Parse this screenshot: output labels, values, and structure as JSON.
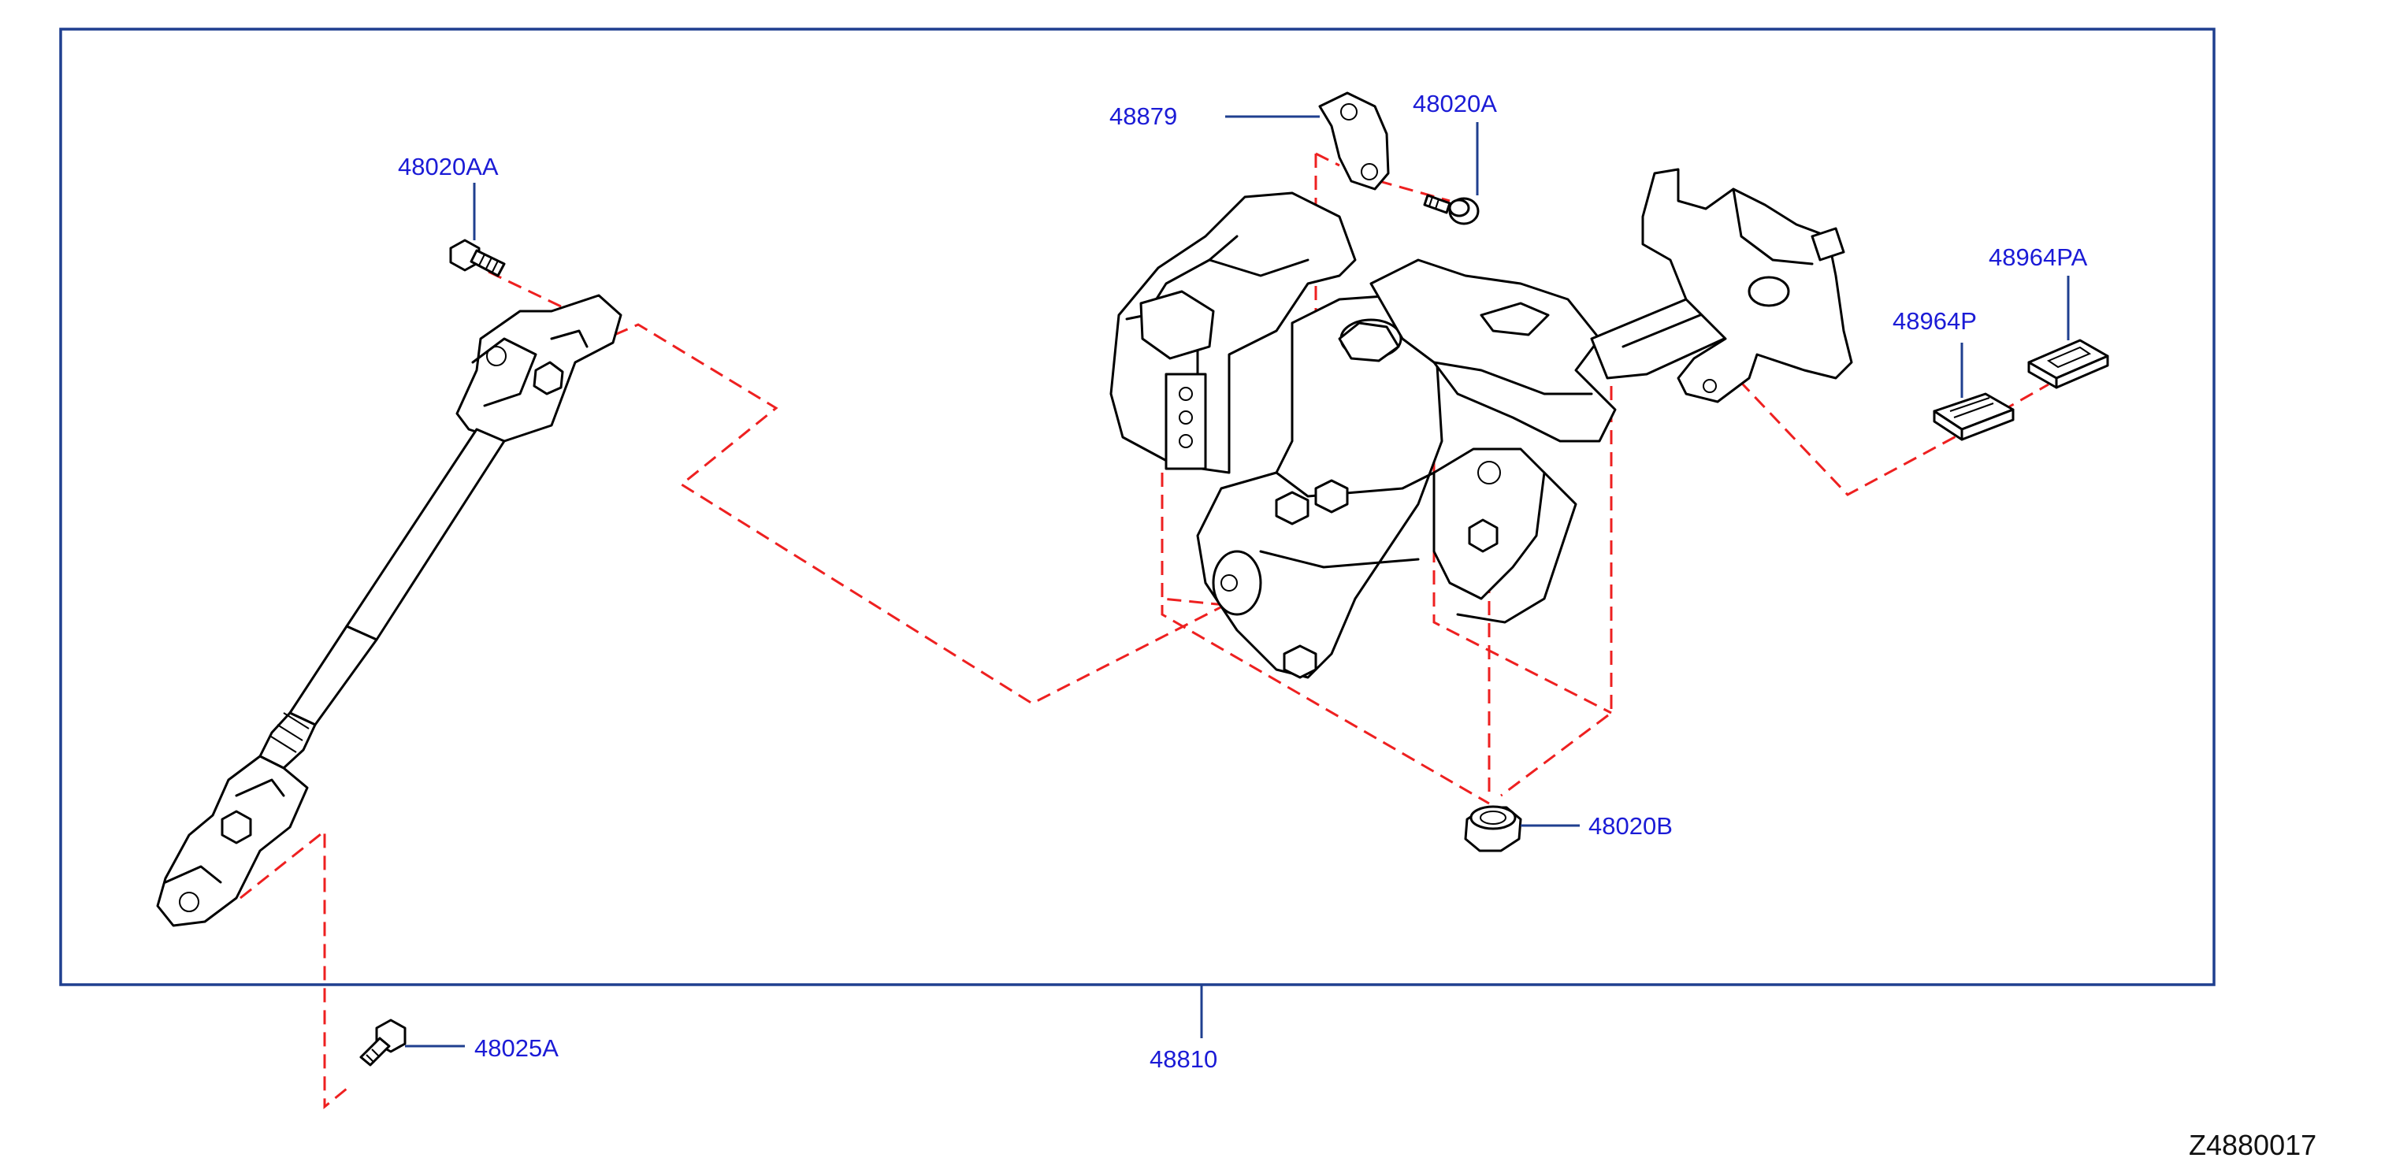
{
  "diagram": {
    "diagram_id": "Z4880017",
    "callouts": {
      "c48879": "48879",
      "c48020A": "48020A",
      "c48020AA": "48020AA",
      "c48964PA": "48964PA",
      "c48964P": "48964P",
      "c48020B": "48020B",
      "c48025A": "48025A",
      "c48810": "48810"
    },
    "colors": {
      "callout_text": "#1b1bd6",
      "leader_line": "#1f3f8f",
      "dashed_guide": "#ee2020",
      "part_outline": "#000000"
    }
  }
}
